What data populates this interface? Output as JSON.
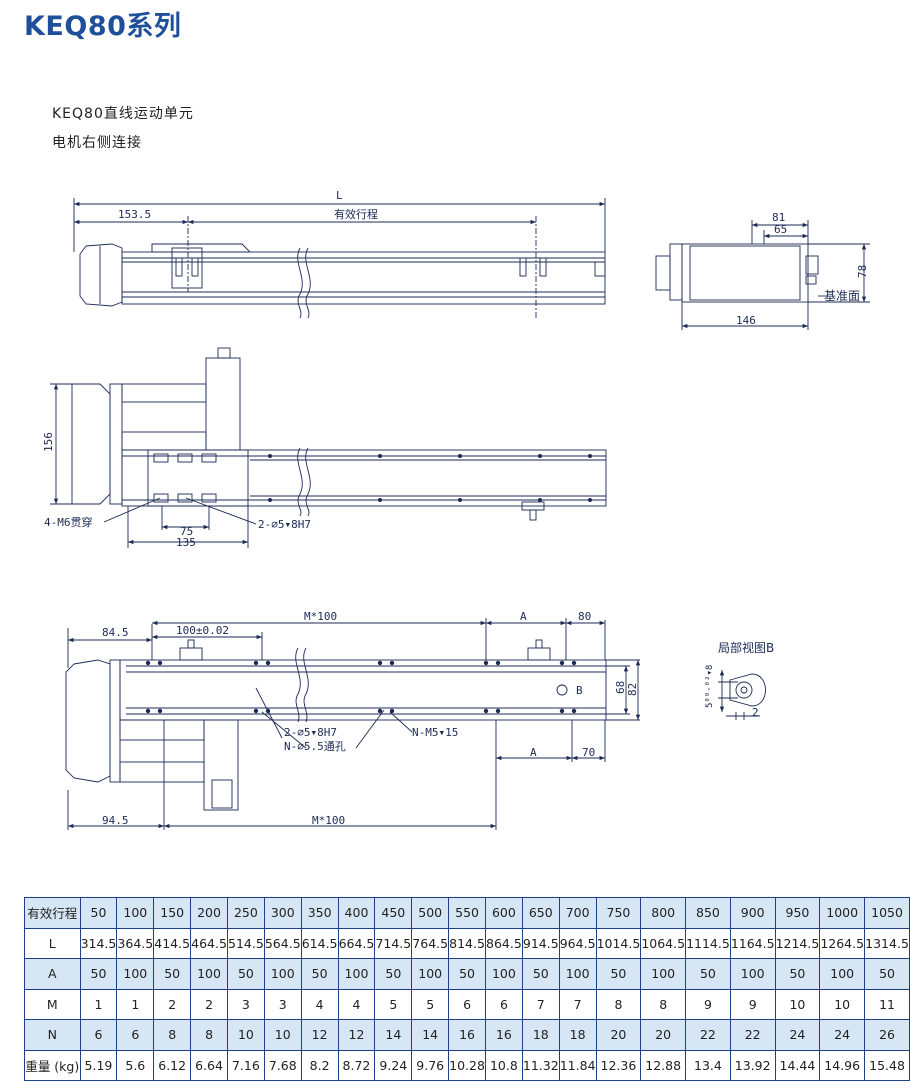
{
  "title": "KEQ80系列",
  "subtitle_1": "KEQ80直线运动单元",
  "subtitle_2": "电机右侧连接",
  "drawing": {
    "labels": {
      "L": "L",
      "d153": "153.5",
      "stroke": "有效行程",
      "d81": "81",
      "d65": "65",
      "d78": "78",
      "d146": "146",
      "datum": "基准面",
      "d156": "156",
      "m6": "4-M6贯穿",
      "d75": "75",
      "d135": "135",
      "pin1": "2-⌀5▾8H7",
      "d845": "84.5",
      "d100": "100±0.02",
      "m100_top": "M*100",
      "A_top": "A",
      "d80": "80",
      "d68": "68",
      "d82": "82",
      "B": "B",
      "pin2": "2-⌀5▾8H7",
      "hole": "N-⌀5.5通孔",
      "m5": "N-M5▾15",
      "A_bot": "A",
      "d70": "70",
      "d945": "94.5",
      "m100_bot": "M*100",
      "detail": "局部视图B",
      "detail_dim": "5⁰⁰·⁰²▾8",
      "detail_2": "2"
    }
  },
  "table": {
    "rows": [
      {
        "header": "有效行程",
        "shaded": true,
        "values": [
          "50",
          "100",
          "150",
          "200",
          "250",
          "300",
          "350",
          "400",
          "450",
          "500",
          "550",
          "600",
          "650",
          "700",
          "750",
          "800",
          "850",
          "900",
          "950",
          "1000",
          "1050"
        ]
      },
      {
        "header": "L",
        "shaded": false,
        "values": [
          "314.5",
          "364.5",
          "414.5",
          "464.5",
          "514.5",
          "564.5",
          "614.5",
          "664.5",
          "714.5",
          "764.5",
          "814.5",
          "864.5",
          "914.5",
          "964.5",
          "1014.5",
          "1064.5",
          "1114.5",
          "1164.5",
          "1214.5",
          "1264.5",
          "1314.5"
        ]
      },
      {
        "header": "A",
        "shaded": true,
        "values": [
          "50",
          "100",
          "50",
          "100",
          "50",
          "100",
          "50",
          "100",
          "50",
          "100",
          "50",
          "100",
          "50",
          "100",
          "50",
          "100",
          "50",
          "100",
          "50",
          "100",
          "50"
        ]
      },
      {
        "header": "M",
        "shaded": false,
        "values": [
          "1",
          "1",
          "2",
          "2",
          "3",
          "3",
          "4",
          "4",
          "5",
          "5",
          "6",
          "6",
          "7",
          "7",
          "8",
          "8",
          "9",
          "9",
          "10",
          "10",
          "11"
        ]
      },
      {
        "header": "N",
        "shaded": true,
        "values": [
          "6",
          "6",
          "8",
          "8",
          "10",
          "10",
          "12",
          "12",
          "14",
          "14",
          "16",
          "16",
          "18",
          "18",
          "20",
          "20",
          "22",
          "22",
          "24",
          "24",
          "26"
        ]
      },
      {
        "header": "重量 (kg)",
        "shaded": false,
        "values": [
          "5.19",
          "5.6",
          "6.12",
          "6.64",
          "7.16",
          "7.68",
          "8.2",
          "8.72",
          "9.24",
          "9.76",
          "10.28",
          "10.8",
          "11.32",
          "11.84",
          "12.36",
          "12.88",
          "13.4",
          "13.92",
          "14.44",
          "14.96",
          "15.48"
        ]
      }
    ]
  }
}
